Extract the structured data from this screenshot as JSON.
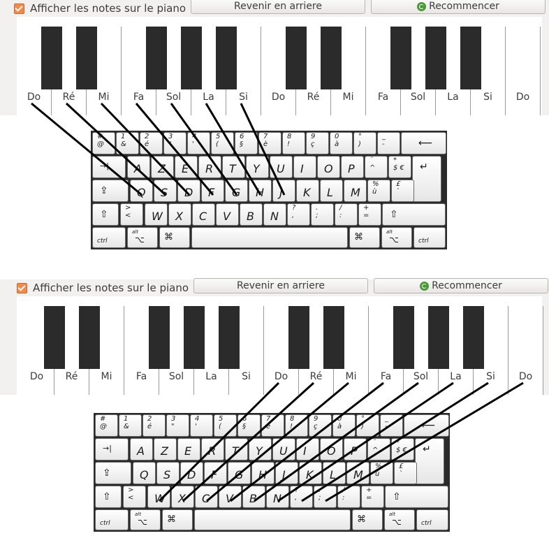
{
  "panels": [
    {
      "id": "top",
      "toolbar": {
        "show_notes_label": "Afficher les notes sur le piano",
        "back_label": "Revenir en arriere",
        "restart_label": "Recommencer"
      },
      "white_labels": [
        "Do",
        "Ré",
        "Mi",
        "Fa",
        "Sol",
        "La",
        "Si",
        "Do",
        "Ré",
        "Mi",
        "Fa",
        "Sol",
        "La",
        "Si",
        "Do"
      ]
    },
    {
      "id": "bottom",
      "toolbar": {
        "show_notes_label": "Afficher les notes sur le piano",
        "back_label": "Revenir en arriere",
        "restart_label": "Recommencer"
      },
      "white_labels": [
        "Do",
        "Ré",
        "Mi",
        "Fa",
        "Sol",
        "La",
        "Si",
        "Do",
        "Ré",
        "Mi",
        "Fa",
        "Sol",
        "La",
        "Si",
        "Do"
      ]
    }
  ],
  "keyboard": {
    "row1": [
      [
        "#",
        "@"
      ],
      [
        "1",
        "&"
      ],
      [
        "2",
        "é"
      ],
      [
        "3",
        "\""
      ],
      [
        "4",
        "'"
      ],
      [
        "5",
        "("
      ],
      [
        "6",
        "§"
      ],
      [
        "7",
        "è"
      ],
      [
        "8",
        "!"
      ],
      [
        "9",
        "ç"
      ],
      [
        "0",
        "à"
      ],
      [
        "°",
        ")"
      ],
      [
        "_",
        "-"
      ]
    ],
    "row2": [
      "A",
      "Z",
      "E",
      "R",
      "T",
      "Y",
      "U",
      "I",
      "O",
      "P"
    ],
    "row2_extra": [
      [
        "¨",
        "^"
      ],
      [
        "*",
        "$ €"
      ]
    ],
    "row3": [
      "Q",
      "S",
      "D",
      "F",
      "G",
      "H",
      "J",
      "K",
      "L",
      "M"
    ],
    "row3_extra": [
      [
        "%",
        "ù"
      ],
      [
        "£",
        "`"
      ]
    ],
    "row4_first": [
      ">",
      "<"
    ],
    "row4": [
      "W",
      "X",
      "C",
      "V",
      "B",
      "N"
    ],
    "row4_extra": [
      [
        "?",
        ","
      ],
      [
        ".",
        ";"
      ],
      [
        "/",
        ":"
      ],
      [
        "+",
        "="
      ]
    ],
    "ctrl": "ctrl",
    "alt": "alt",
    "alt_symbol": "⌥",
    "cmd_symbol": "⌘",
    "apple_symbol": "",
    "tab_symbol": "→|",
    "backspace_symbol": "⟵",
    "return_symbol": "↵",
    "caps_symbol": "⇪",
    "shift_symbol": "⇧"
  },
  "mappings": {
    "top": [
      [
        "Do",
        "Q"
      ],
      [
        "Ré",
        "S"
      ],
      [
        "Mi",
        "D"
      ],
      [
        "Fa",
        "F"
      ],
      [
        "Sol",
        "G"
      ],
      [
        "La",
        "H"
      ],
      [
        "Si",
        "J"
      ]
    ],
    "bottom": [
      [
        "Do",
        "W"
      ],
      [
        "Ré",
        "X"
      ],
      [
        "Mi",
        "C"
      ],
      [
        "Fa",
        "V"
      ],
      [
        "Sol",
        "B"
      ],
      [
        "La",
        "N"
      ],
      [
        "Si",
        "?"
      ],
      [
        "Do",
        "."
      ]
    ]
  },
  "colors": {
    "accent": "#f28a4a",
    "key_black": "#2b2b2b",
    "line": "#000000",
    "toolbar_bg": "#f2f1f0"
  }
}
